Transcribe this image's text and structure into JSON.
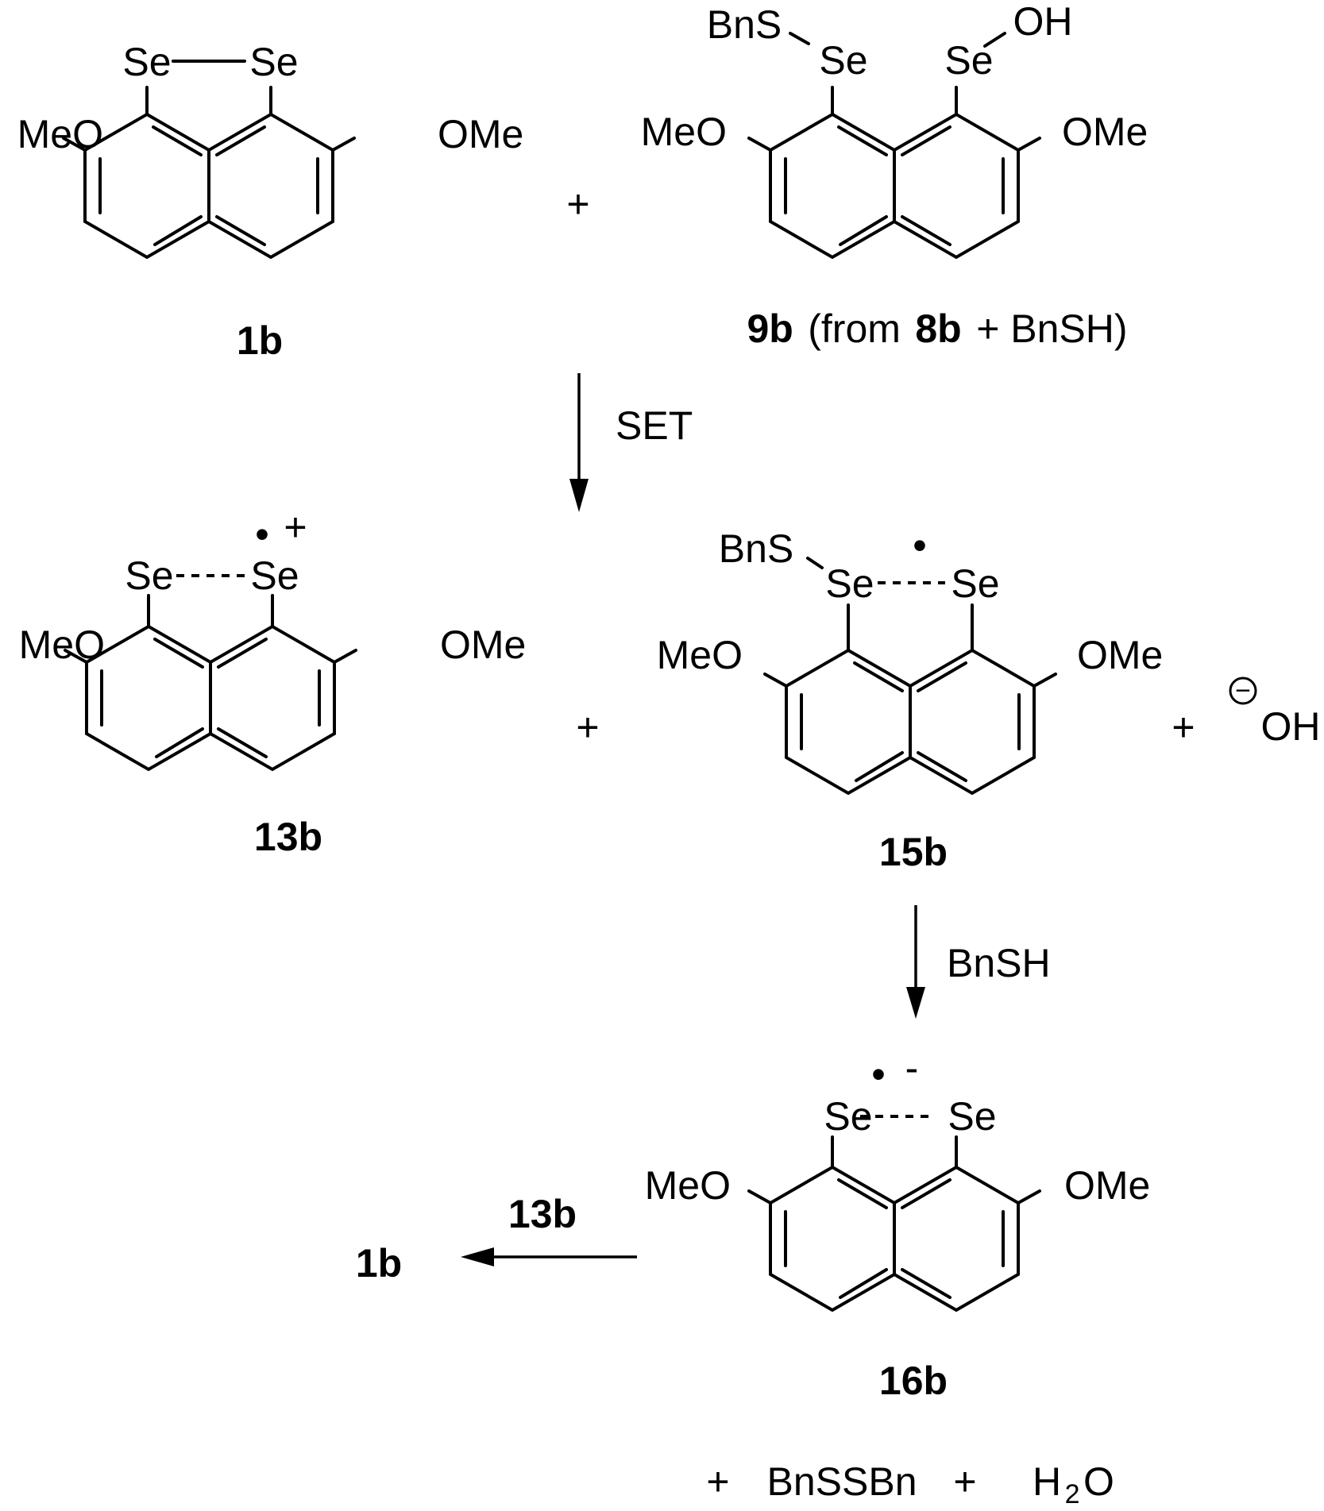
{
  "scheme": {
    "mol_1b": {
      "label": "1b",
      "se_left": "Se",
      "se_right": "Se",
      "ome_left": "MeO",
      "ome_right": "OMe"
    },
    "plus_1": "+",
    "mol_9b": {
      "label_bold": "9b",
      "label_from": "(from",
      "label_8b": "8b",
      "label_rest": "+ BnSH)",
      "bns": "BnS",
      "se_left": "Se",
      "se_right": "Se",
      "oh": "OH",
      "ome_left": "MeO",
      "ome_right": "OMe"
    },
    "arrow_1_label": "SET",
    "mol_13b": {
      "label": "13b",
      "radical": "•",
      "charge": "+",
      "se_left": "Se",
      "se_right": "Se",
      "ome_left": "MeO",
      "ome_right": "OMe"
    },
    "plus_2": "+",
    "mol_15b": {
      "label": "15b",
      "bns": "BnS",
      "radical": "•",
      "se_left": "Se",
      "se_right": "Se",
      "ome_left": "MeO",
      "ome_right": "OMe"
    },
    "plus_3": "+",
    "hydroxide": {
      "charge": "−",
      "text": "OH"
    },
    "arrow_2_label": "BnSH",
    "mol_16b": {
      "label": "16b",
      "radical": "•",
      "charge": "-",
      "se_left": "Se",
      "se_right": "Se",
      "ome_left": "MeO",
      "ome_right": "OMe"
    },
    "arrow_3_label": "13b",
    "product_1b": "1b",
    "byproducts": {
      "plus_a": "+",
      "bnssbn": "BnSSBn",
      "plus_b": "+",
      "h": "H",
      "sub2": "2",
      "o": "O"
    }
  }
}
